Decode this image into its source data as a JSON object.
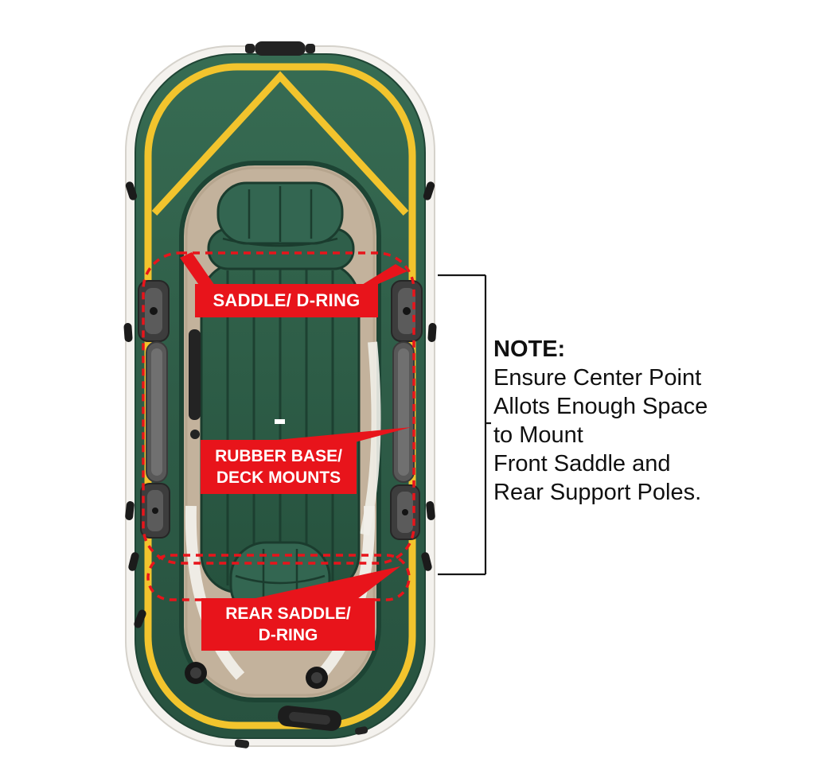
{
  "diagram": {
    "labels": [
      {
        "id": "saddle-dring",
        "lines": [
          "SADDLE/ D-RING"
        ]
      },
      {
        "id": "rubber-base",
        "lines": [
          "RUBBER BASE/",
          "DECK MOUNTS"
        ]
      },
      {
        "id": "rear-saddle",
        "lines": [
          "REAR SADDLE/",
          "D-RING"
        ]
      }
    ],
    "note": {
      "title": "NOTE:",
      "lines": [
        "Ensure Center Point",
        "Allots Enough Space",
        "to Mount",
        "Front Saddle and",
        "Rear Support Poles."
      ]
    },
    "colors": {
      "callout_red": "#e8141b",
      "boat_green": "#2e5c47",
      "stripe_yellow": "#f2c42d",
      "floor_tan": "#c3b29c",
      "hull_white": "#f4f2ee"
    }
  }
}
